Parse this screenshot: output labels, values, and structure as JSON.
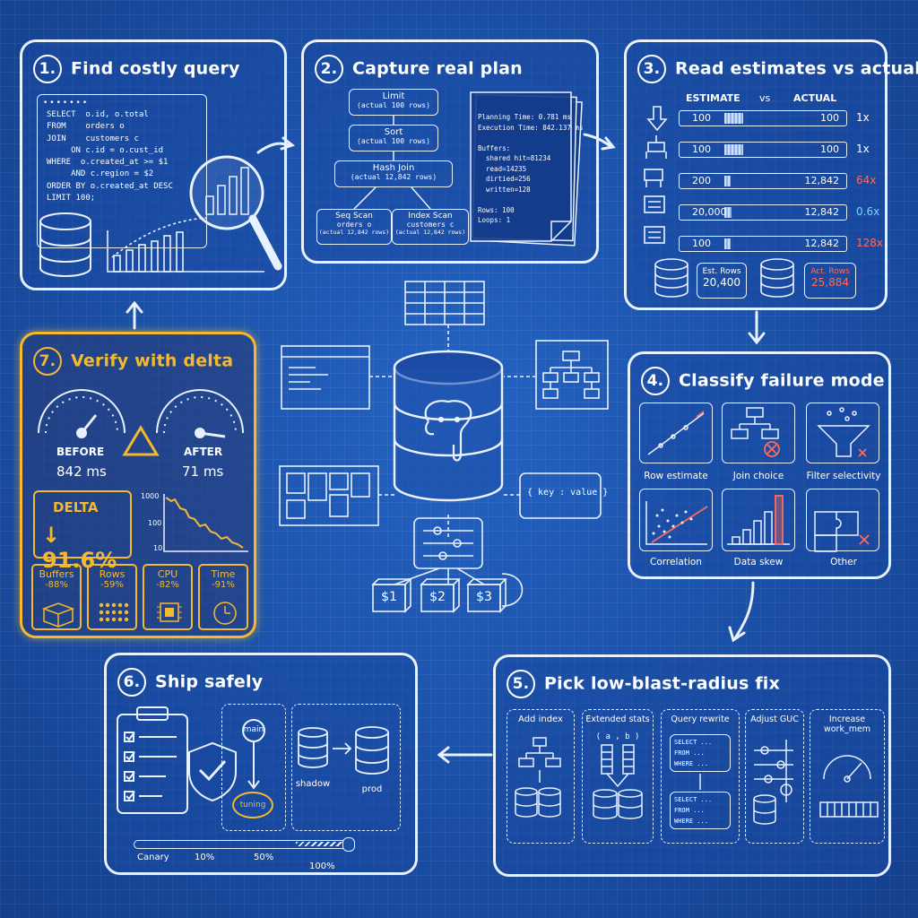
{
  "step1": {
    "num": "1.",
    "title": "Find costly query",
    "sql": [
      "SELECT  o.id, o.total",
      "FROM    orders o",
      "JOIN    customers c",
      "     ON c.id = o.cust_id",
      "WHERE  o.created_at >= $1",
      "     AND c.region = $2",
      "ORDER BY o.created_at DESC",
      "LIMIT 100;"
    ]
  },
  "step2": {
    "num": "2.",
    "title": "Capture real plan",
    "nodes": {
      "limit": "Limit",
      "limit_sub": "(actual 100 rows)",
      "sort": "Sort",
      "sort_sub": "(actual 100 rows)",
      "hash": "Hash Join",
      "hash_sub": "(actual 12,842 rows)",
      "seq": "Seq Scan",
      "seq_obj": "orders o",
      "seq_sub": "(actual 12,842 rows)",
      "idx": "Index Scan",
      "idx_obj": "customers c",
      "idx_sub": "(actual 12,842 rows)"
    },
    "stats": [
      "Planning Time: 0.781 ms",
      "Execution Time: 842.137 ms",
      "",
      "Buffers:",
      "  shared hit=81234",
      "  read=14235",
      "  dirtied=256",
      "  written=128",
      "",
      "Rows: 100",
      "Loops: 1"
    ]
  },
  "step3": {
    "num": "3.",
    "title": "Read estimates vs actual",
    "headers": {
      "est": "ESTIMATE",
      "vs": "vs",
      "act": "ACTUAL"
    },
    "rows": [
      {
        "est": "100",
        "act": "100",
        "ratio": "1x",
        "fill": 0.3,
        "color": "#ffffff"
      },
      {
        "est": "100",
        "act": "100",
        "ratio": "1x",
        "fill": 0.3,
        "color": "#ffffff"
      },
      {
        "est": "200",
        "act": "12,842",
        "ratio": "64x",
        "fill": 0.1,
        "color": "#ff6a5a"
      },
      {
        "est": "20,000",
        "act": "12,842",
        "ratio": "0.6x",
        "fill": 0.12,
        "color": "#7fd3ff"
      },
      {
        "est": "100",
        "act": "12,842",
        "ratio": "128x",
        "fill": 0.1,
        "color": "#ff6a5a"
      }
    ],
    "est_label": "Est. Rows",
    "est_value": "20,400",
    "act_label": "Act. Rows",
    "act_value": "25,884"
  },
  "step4": {
    "num": "4.",
    "title": "Classify failure mode",
    "modes": [
      "Row estimate",
      "Join choice",
      "Filter selectivity",
      "Correlation",
      "Data skew",
      "Other"
    ]
  },
  "step5": {
    "num": "5.",
    "title": "Pick low-blast-radius fix",
    "fixes": [
      "Add index",
      "Extended stats",
      "Query rewrite",
      "Adjust GUC",
      "Increase work_mem"
    ],
    "ext_stats_cols": "( a , b )",
    "rewrite_lines": [
      "SELECT ...",
      "FROM ...",
      "WHERE ..."
    ]
  },
  "step6": {
    "num": "6.",
    "title": "Ship safely",
    "branch_main": "main",
    "branch_tuning": "tuning",
    "shadow": "shadow",
    "prod": "prod",
    "canary": "Canary",
    "p10": "10%",
    "p50": "50%",
    "p100": "100%"
  },
  "step7": {
    "num": "7.",
    "title": "Verify with delta",
    "before_label": "BEFORE",
    "before_value": "842 ms",
    "after_label": "AFTER",
    "after_value": "71 ms",
    "delta_label": "DELTA",
    "delta_value": "↓ 91.6%",
    "axis": [
      "1000",
      "100",
      "10"
    ],
    "metrics": [
      {
        "label": "Buffers",
        "value": "-88%"
      },
      {
        "label": "Rows",
        "value": "-59%"
      },
      {
        "label": "CPU",
        "value": "-82%"
      },
      {
        "label": "Time",
        "value": "-91%"
      }
    ]
  },
  "center": {
    "kv": "{ key : value }",
    "params": [
      "$1",
      "$2",
      "$3"
    ]
  },
  "colors": {
    "accent": "#f5b92e",
    "line": "#e9f1ff",
    "bg": "#1a4fa6",
    "alert": "#ff6a5a",
    "info": "#7fd3ff"
  }
}
